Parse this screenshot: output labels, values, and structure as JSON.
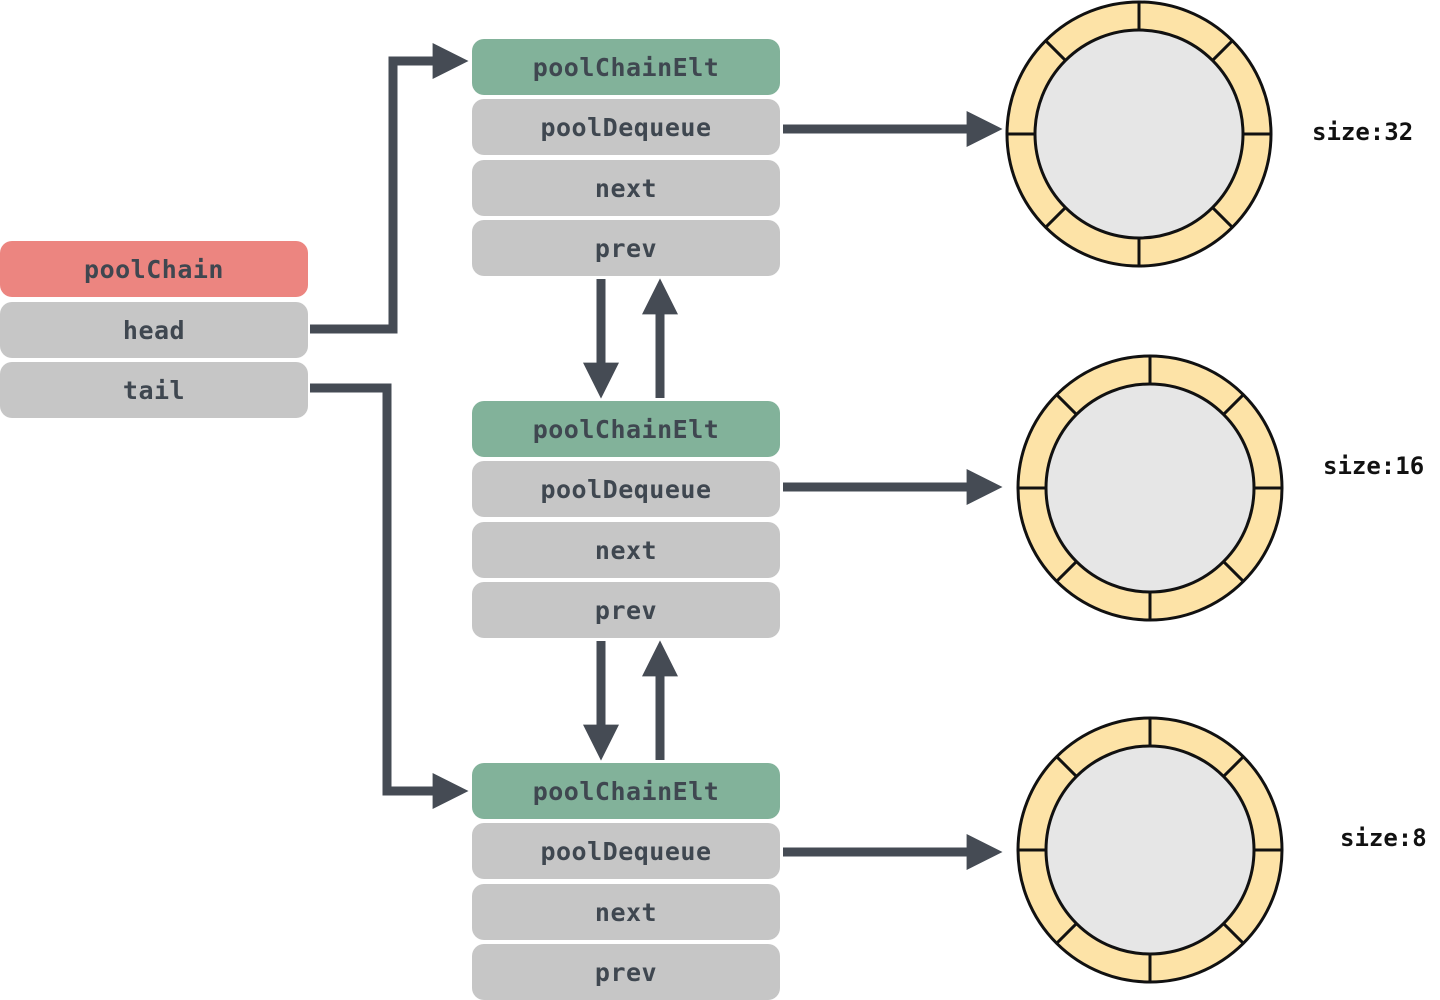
{
  "pool_chain": {
    "title": "poolChain",
    "head": "head",
    "tail": "tail"
  },
  "elements": [
    {
      "title": "poolChainElt",
      "deque": "poolDequeue",
      "next": "next",
      "prev": "prev"
    },
    {
      "title": "poolChainElt",
      "deque": "poolDequeue",
      "next": "next",
      "prev": "prev"
    },
    {
      "title": "poolChainElt",
      "deque": "poolDequeue",
      "next": "next",
      "prev": "prev"
    }
  ],
  "rings": [
    {
      "label": "size:32"
    },
    {
      "label": "size:16"
    },
    {
      "label": "size:8"
    }
  ],
  "colors": {
    "header_red": "#ec8580",
    "header_green": "#82b29a",
    "field_gray": "#c6c6c6",
    "text": "#3f4750",
    "arrow": "#454b54",
    "ring_fill": "#fde3a7",
    "ring_center": "#e6e6e6"
  }
}
